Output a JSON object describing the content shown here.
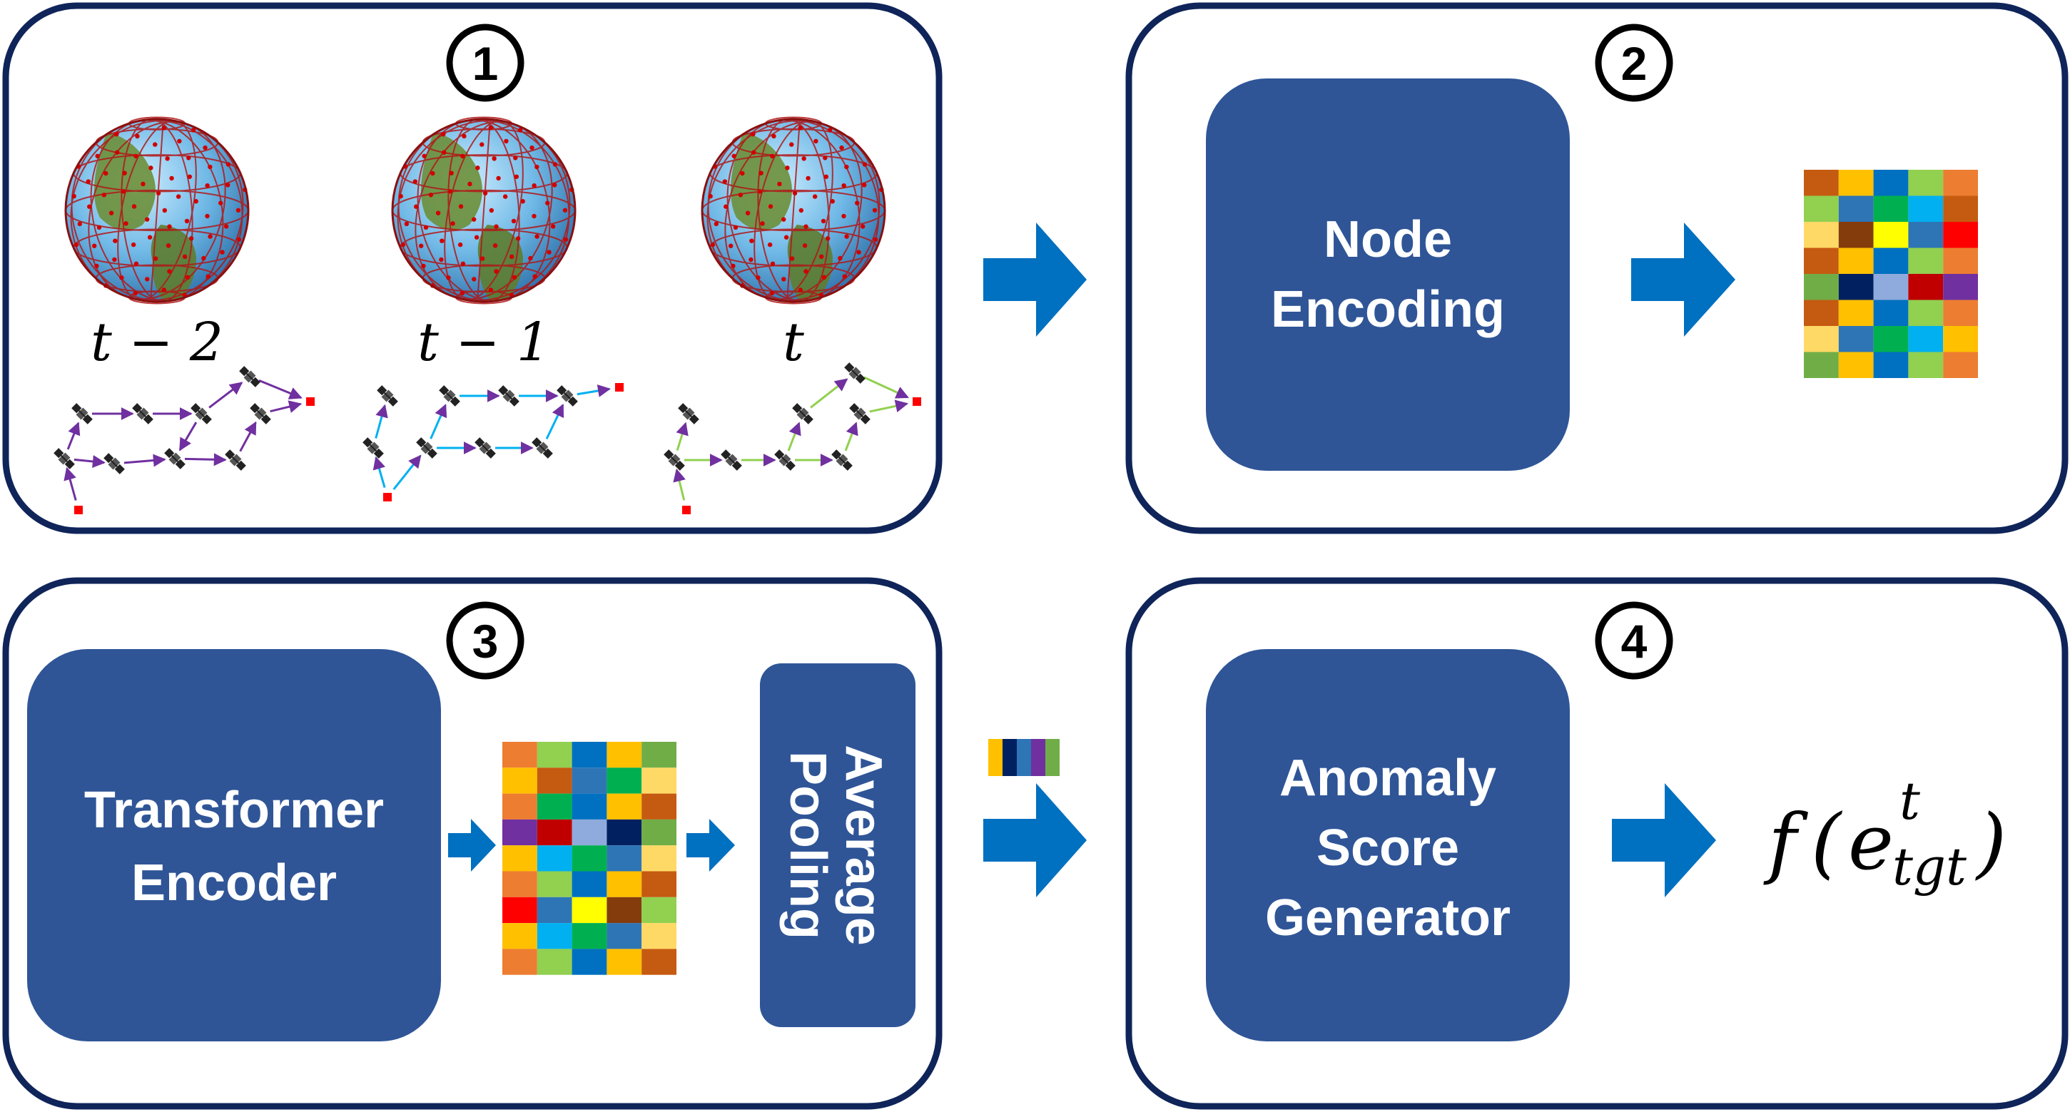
{
  "steps": [
    {
      "number": "1"
    },
    {
      "number": "2"
    },
    {
      "number": "3"
    },
    {
      "number": "4"
    }
  ],
  "time_labels": [
    "t − 2",
    "t − 1",
    "t"
  ],
  "blocks": {
    "node_encoding": [
      "Node",
      "Encoding"
    ],
    "transformer_encoder": [
      "Transformer",
      "Encoder"
    ],
    "average_pooling": [
      "Average",
      "Pooling"
    ],
    "anomaly_score_generator": [
      "Anomaly",
      "Score",
      "Generator"
    ]
  },
  "output_formula": {
    "func": "f",
    "open": "(",
    "base": "e",
    "sup": "t",
    "sub": "tgt",
    "close": ")"
  },
  "colors": {
    "panel_border": "#0f2459",
    "block_fill": "#2f5597",
    "arrow": "#0070c0",
    "path_t_minus_2": "#7030a0",
    "path_t_minus_1": "#00b0f0",
    "path_t": "#92d050",
    "endpoint": "#ff0000"
  },
  "matrix_node_encoding": [
    [
      "#c55a11",
      "#ffc000",
      "#0070c0",
      "#92d050",
      "#ed7d31"
    ],
    [
      "#92d050",
      "#2e75b6",
      "#00b050",
      "#00b0f0",
      "#c55a11"
    ],
    [
      "#ffd966",
      "#843c0c",
      "#ffff00",
      "#2e75b6",
      "#ff0000"
    ],
    [
      "#c55a11",
      "#ffc000",
      "#0070c0",
      "#92d050",
      "#ed7d31"
    ],
    [
      "#70ad47",
      "#002060",
      "#8faadc",
      "#c00000",
      "#7030a0"
    ],
    [
      "#c55a11",
      "#ffc000",
      "#0070c0",
      "#92d050",
      "#ed7d31"
    ],
    [
      "#ffd966",
      "#2e75b6",
      "#00b050",
      "#00b0f0",
      "#ffc000"
    ],
    [
      "#70ad47",
      "#ffc000",
      "#0070c0",
      "#92d050",
      "#ed7d31"
    ]
  ],
  "matrix_transformer": [
    [
      "#ed7d31",
      "#92d050",
      "#0070c0",
      "#ffc000",
      "#70ad47"
    ],
    [
      "#ffc000",
      "#c55a11",
      "#2e75b6",
      "#00b050",
      "#ffd966"
    ],
    [
      "#ed7d31",
      "#00b050",
      "#0070c0",
      "#ffc000",
      "#c55a11"
    ],
    [
      "#7030a0",
      "#c00000",
      "#8faadc",
      "#002060",
      "#70ad47"
    ],
    [
      "#ffc000",
      "#00b0f0",
      "#00b050",
      "#2e75b6",
      "#ffd966"
    ],
    [
      "#ed7d31",
      "#92d050",
      "#0070c0",
      "#ffc000",
      "#c55a11"
    ],
    [
      "#ff0000",
      "#2e75b6",
      "#ffff00",
      "#843c0c",
      "#92d050"
    ],
    [
      "#ffc000",
      "#00b0f0",
      "#00b050",
      "#2e75b6",
      "#ffd966"
    ],
    [
      "#ed7d31",
      "#92d050",
      "#0070c0",
      "#ffc000",
      "#c55a11"
    ]
  ],
  "pooled_vector": [
    "#ffc000",
    "#002060",
    "#2e75b6",
    "#7030a0",
    "#70ad47"
  ]
}
